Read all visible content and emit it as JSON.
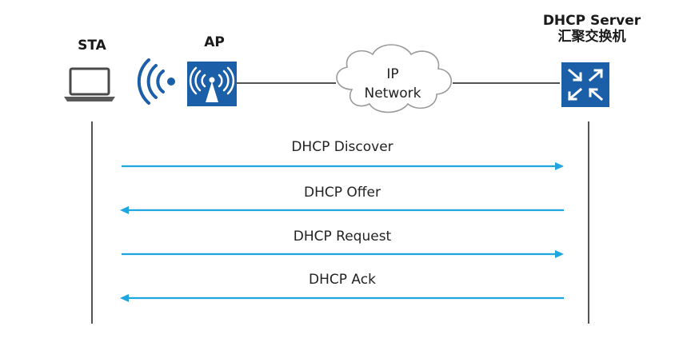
{
  "nodes": {
    "sta": "STA",
    "ap": "AP",
    "server_line1": "DHCP Server",
    "server_line2": "汇聚交换机"
  },
  "network": {
    "line1": "IP",
    "line2": "Network"
  },
  "messages": [
    {
      "label": "DHCP Discover",
      "direction": "to-server"
    },
    {
      "label": "DHCP Offer",
      "direction": "to-client"
    },
    {
      "label": "DHCP Request",
      "direction": "to-server"
    },
    {
      "label": "DHCP Ack",
      "direction": "to-client"
    }
  ],
  "icons": {
    "sta": "laptop-icon",
    "wireless": "wifi-signal-icon",
    "ap": "access-point-icon",
    "network": "cloud-icon",
    "server": "switch-icon"
  },
  "colors": {
    "arrow": "#1fa6e0",
    "device_blue": "#1a5fa8",
    "laptop": "#4a4a4a",
    "lifeline": "#1a1a1a"
  }
}
